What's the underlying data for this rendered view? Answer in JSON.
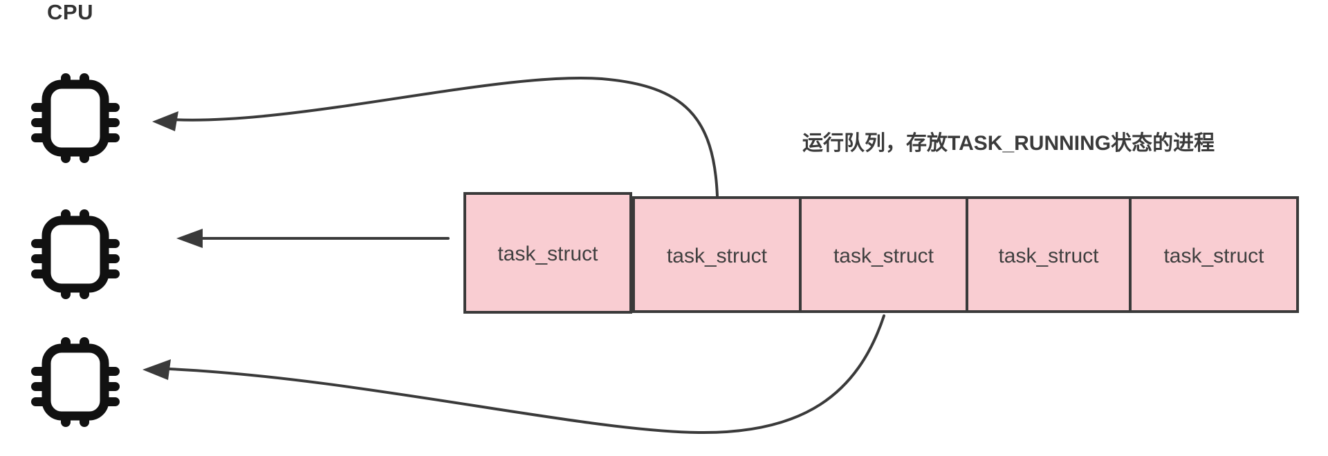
{
  "title": "CPU",
  "caption": "运行队列，存放TASK_RUNNING状态的进程",
  "queue": {
    "boxes": [
      {
        "label": "task_struct"
      },
      {
        "label": "task_struct"
      },
      {
        "label": "task_struct"
      },
      {
        "label": "task_struct"
      },
      {
        "label": "task_struct"
      }
    ]
  },
  "icons": {
    "cpu_chip": "cpu-chip-icon",
    "count": 3
  },
  "arrows": [
    {
      "name": "arrow-run-queue-to-cpu-1",
      "from": "top of task_struct box 2",
      "to": "cpu-1",
      "style": "curved"
    },
    {
      "name": "arrow-run-queue-to-cpu-2",
      "from": "left of task_struct box 1",
      "to": "cpu-2",
      "style": "straight"
    },
    {
      "name": "arrow-run-queue-to-cpu-3",
      "from": "bottom of task_struct box 3",
      "to": "cpu-3",
      "style": "curved"
    }
  ],
  "colors": {
    "background": "#ffffff",
    "box_fill": "#f9cdd2",
    "box_border": "#3a3a3a",
    "arrow": "#3a3a3a",
    "icon": "#111111",
    "title_text": "#333333",
    "label_text": "#3f3f3f",
    "caption_text": "#3a3a3a"
  }
}
